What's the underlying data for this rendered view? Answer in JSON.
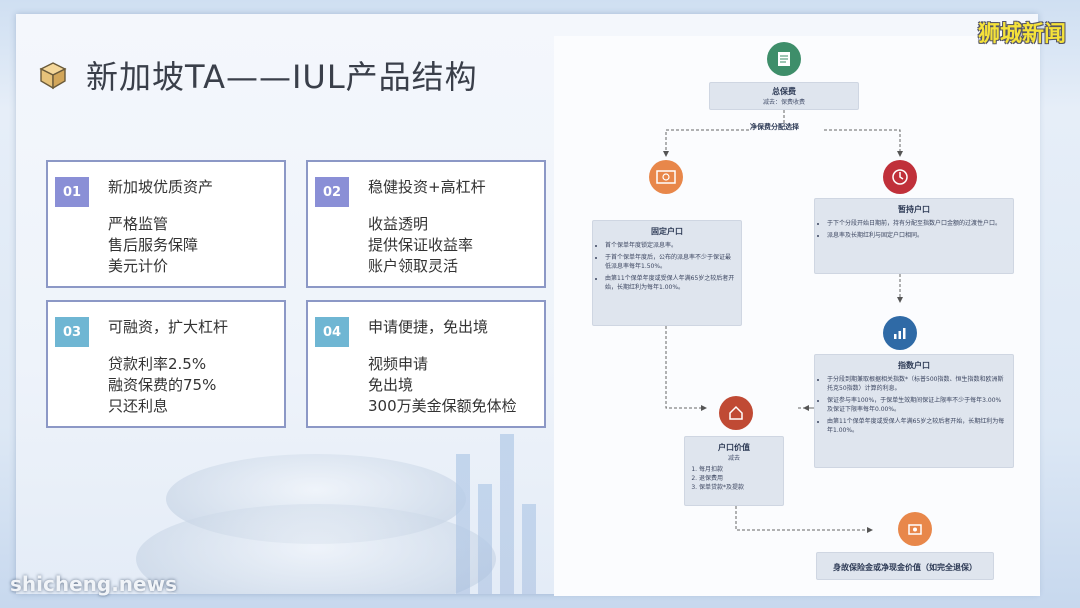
{
  "title": "新加坡TA——IUL产品结构",
  "brand": "狮城新闻",
  "watermark": "shicheng.news",
  "cards": [
    {
      "num": "01",
      "head": "新加坡优质资产",
      "lines": [
        "严格监管",
        "售后服务保障",
        "美元计价"
      ]
    },
    {
      "num": "02",
      "head": "稳健投资+高杠杆",
      "lines": [
        "收益透明",
        "提供保证收益率",
        "账户领取灵活"
      ]
    },
    {
      "num": "03",
      "head": "可融资，扩大杠杆",
      "lines": [
        "贷款利率2.5%",
        "融资保费的75%",
        "只还利息"
      ]
    },
    {
      "num": "04",
      "head": "申请便捷，免出境",
      "lines": [
        "视频申请",
        "免出境",
        "300万美金保额免体检"
      ]
    }
  ],
  "diagram": {
    "total": {
      "title": "总保费",
      "sub": "减去：保费收费"
    },
    "split_label": "净保费分配选择",
    "fixed": {
      "title": "固定户口",
      "items": [
        "首个保单年度锁定派息率。",
        "于首个保单年度后，公布的派息率不少于保证最低派息率每年1.50%。",
        "由第11个保单年度或受保人年满65岁之较后者开始，长期红利为每年1.00%。"
      ]
    },
    "hold": {
      "title": "暂持户口",
      "items": [
        "于下个分段开始日期前，持有分配至指数户口金额的过渡性户口。",
        "派息率及长期红利与固定户口相同。"
      ]
    },
    "index": {
      "title": "指数户口",
      "items": [
        "于分段到期兼取根据相关指数*（标普500指数、恒生指数和欧洲斯托克50指数）计算的利息。",
        "保证参与率100%，于保单生效期间保证上限率不少于每年3.00%及保证下限率每年0.00%。",
        "由第11个保单年度或受保人年满65岁之较后者开始，长期红利为每年1.00%。"
      ]
    },
    "value": {
      "title": "户口价值",
      "sub": "减去",
      "items": [
        "每月扣款",
        "退保费用",
        "保单贷款*及提款"
      ]
    },
    "final": {
      "title": "身故保险金或净现金价值（如完全退保）"
    }
  }
}
